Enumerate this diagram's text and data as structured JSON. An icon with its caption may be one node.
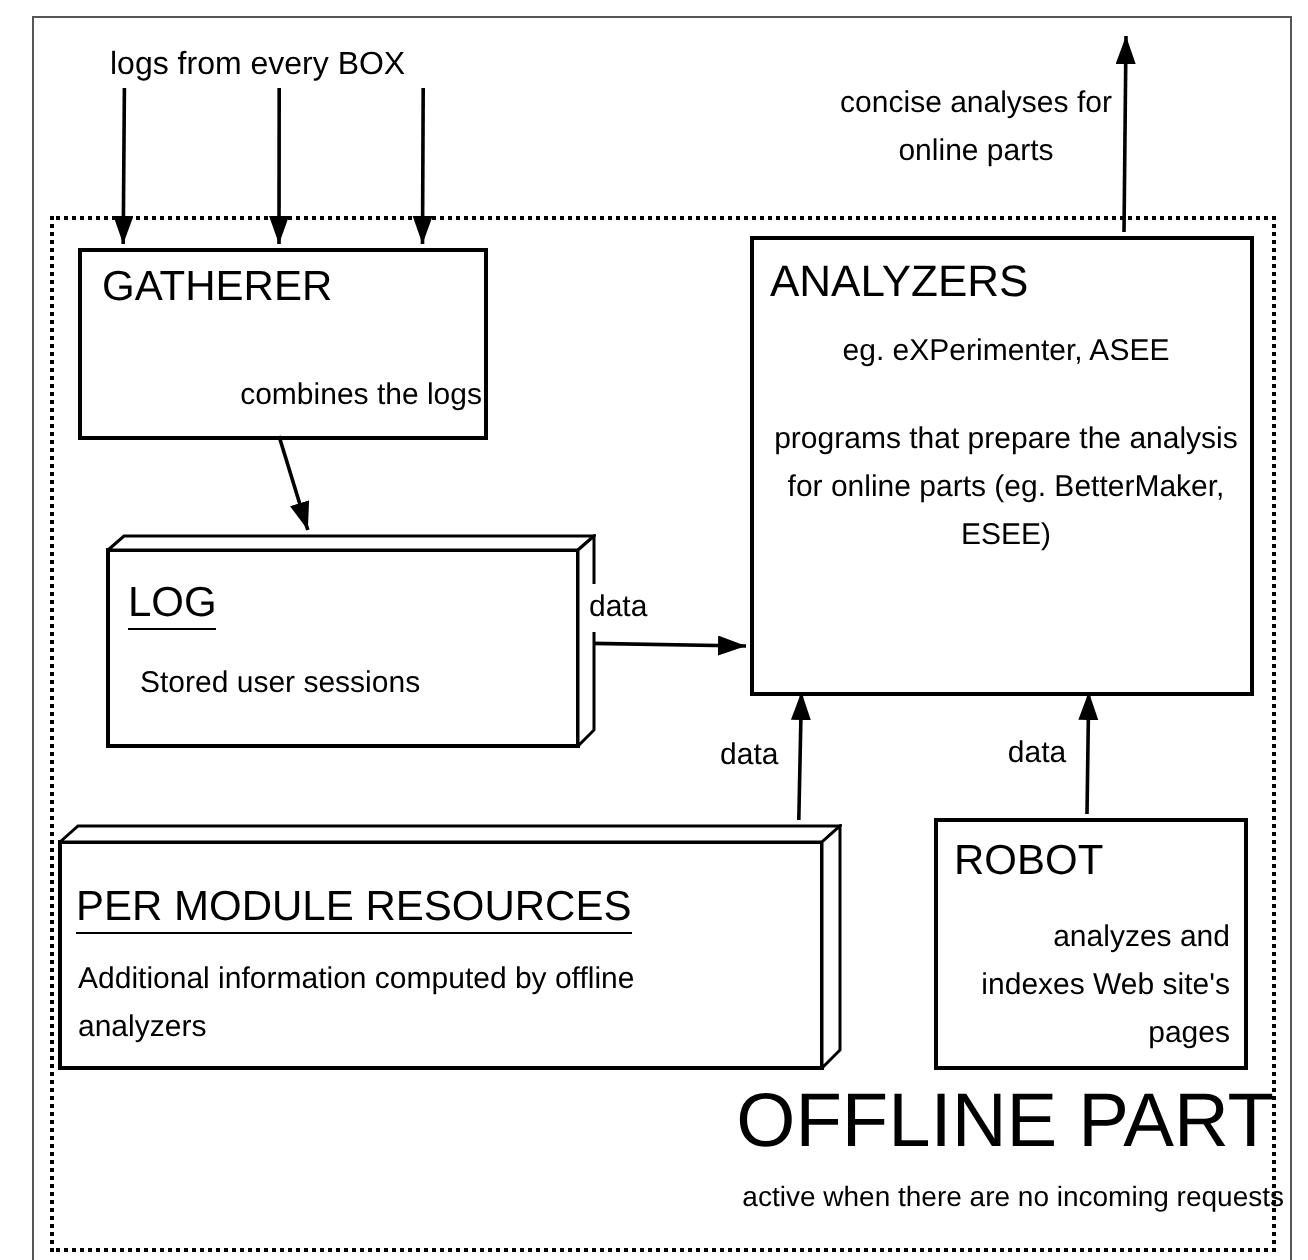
{
  "diagram": {
    "nodes": [
      {
        "text": [
          "logs from every BOX"
        ]
      },
      {
        "text": [
          "OFFLINE PART",
          "active when there are no incoming requests"
        ]
      },
      {
        "text": [
          "GATHERER",
          "combines the logs"
        ],
        "in": 1
      },
      {
        "text": [
          "ANALYZERS",
          "eg. eXPerimenter, ASEE",
          "programs that prepare the analysis for online parts (eg. BetterMaker, ESEE)"
        ],
        "in": 1
      },
      {
        "text": [
          "LOG",
          "Stored user sessions"
        ],
        "in": 1
      },
      {
        "text": [
          "PER MODULE RESOURCES",
          "Additional information computed by offline analyzers"
        ],
        "in": 1
      },
      {
        "text": [
          "ROBOT",
          "analyzes and indexes Web site's pages"
        ],
        "in": 1
      }
    ],
    "edges": [
      {
        "from": 0,
        "to": 2,
        "arrow": "to"
      },
      {
        "from": 0,
        "to": 2,
        "arrow": "to"
      },
      {
        "from": 0,
        "to": 2,
        "arrow": "to"
      },
      {
        "from": 2,
        "to": 4,
        "arrow": "to"
      },
      {
        "from": 4,
        "to": 3,
        "arrow": "to",
        "label": "data"
      },
      {
        "from": 5,
        "to": 3,
        "arrow": "to",
        "label": "data"
      },
      {
        "from": 6,
        "to": 3,
        "arrow": "to",
        "label": "data"
      },
      {
        "from": 3,
        "to": null,
        "arrow": "to",
        "label": "concise analyses for online parts"
      }
    ]
  }
}
